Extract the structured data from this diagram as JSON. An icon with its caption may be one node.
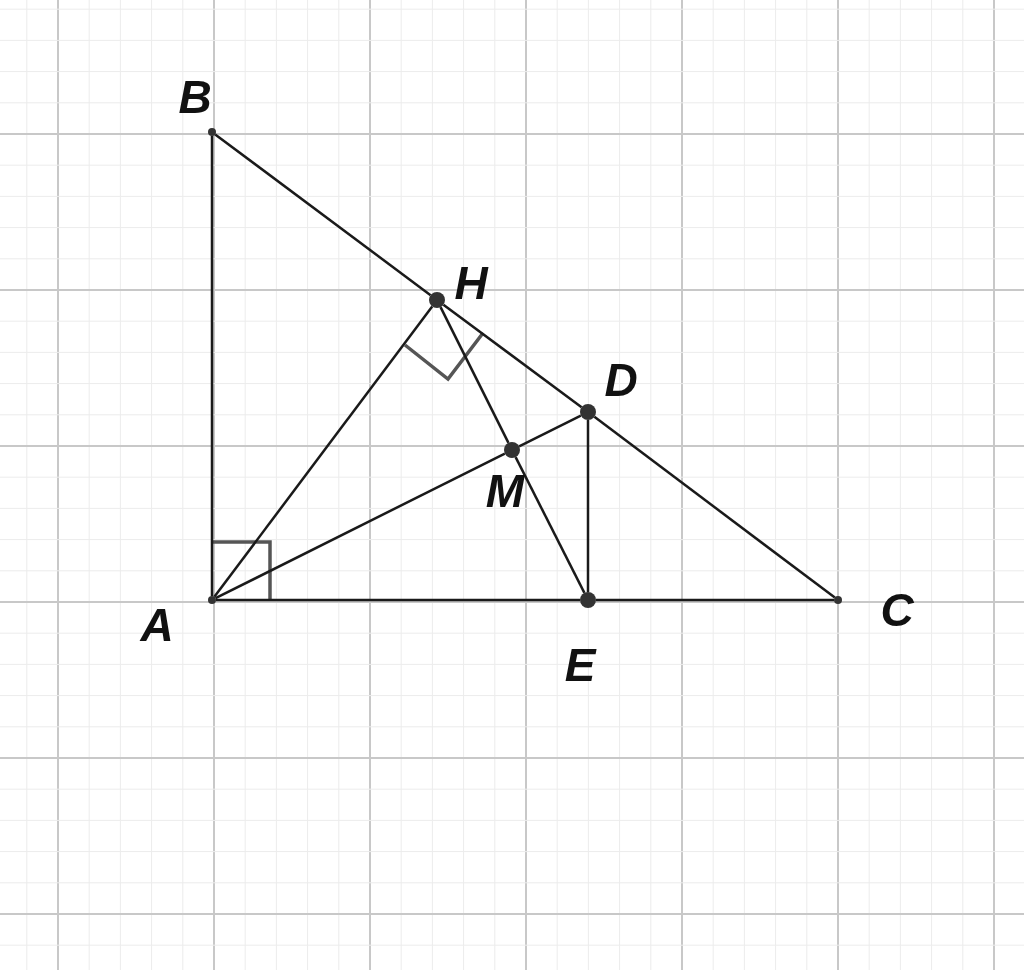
{
  "diagram": {
    "nodes": [
      {
        "text": [
          "B"
        ]
      },
      {
        "text": [
          "H"
        ]
      },
      {
        "text": [
          "D"
        ]
      },
      {
        "text": [
          "M"
        ]
      },
      {
        "text": [
          "A"
        ]
      },
      {
        "text": [
          "E"
        ]
      },
      {
        "text": [
          "C"
        ]
      }
    ],
    "edges": [
      {
        "from": 0,
        "to": 4,
        "arrow": "none"
      },
      {
        "from": 0,
        "to": 1,
        "arrow": "none"
      },
      {
        "from": 1,
        "to": 2,
        "arrow": "none"
      },
      {
        "from": 2,
        "to": 6,
        "arrow": "none"
      },
      {
        "from": 4,
        "to": 5,
        "arrow": "none"
      },
      {
        "from": 5,
        "to": 6,
        "arrow": "none"
      },
      {
        "from": 4,
        "to": 1,
        "arrow": "none"
      },
      {
        "from": 4,
        "to": 3,
        "arrow": "none"
      },
      {
        "from": 3,
        "to": 2,
        "arrow": "none"
      },
      {
        "from": 1,
        "to": 3,
        "arrow": "none"
      },
      {
        "from": 3,
        "to": 5,
        "arrow": "none"
      },
      {
        "from": 2,
        "to": 5,
        "arrow": "none"
      }
    ]
  }
}
